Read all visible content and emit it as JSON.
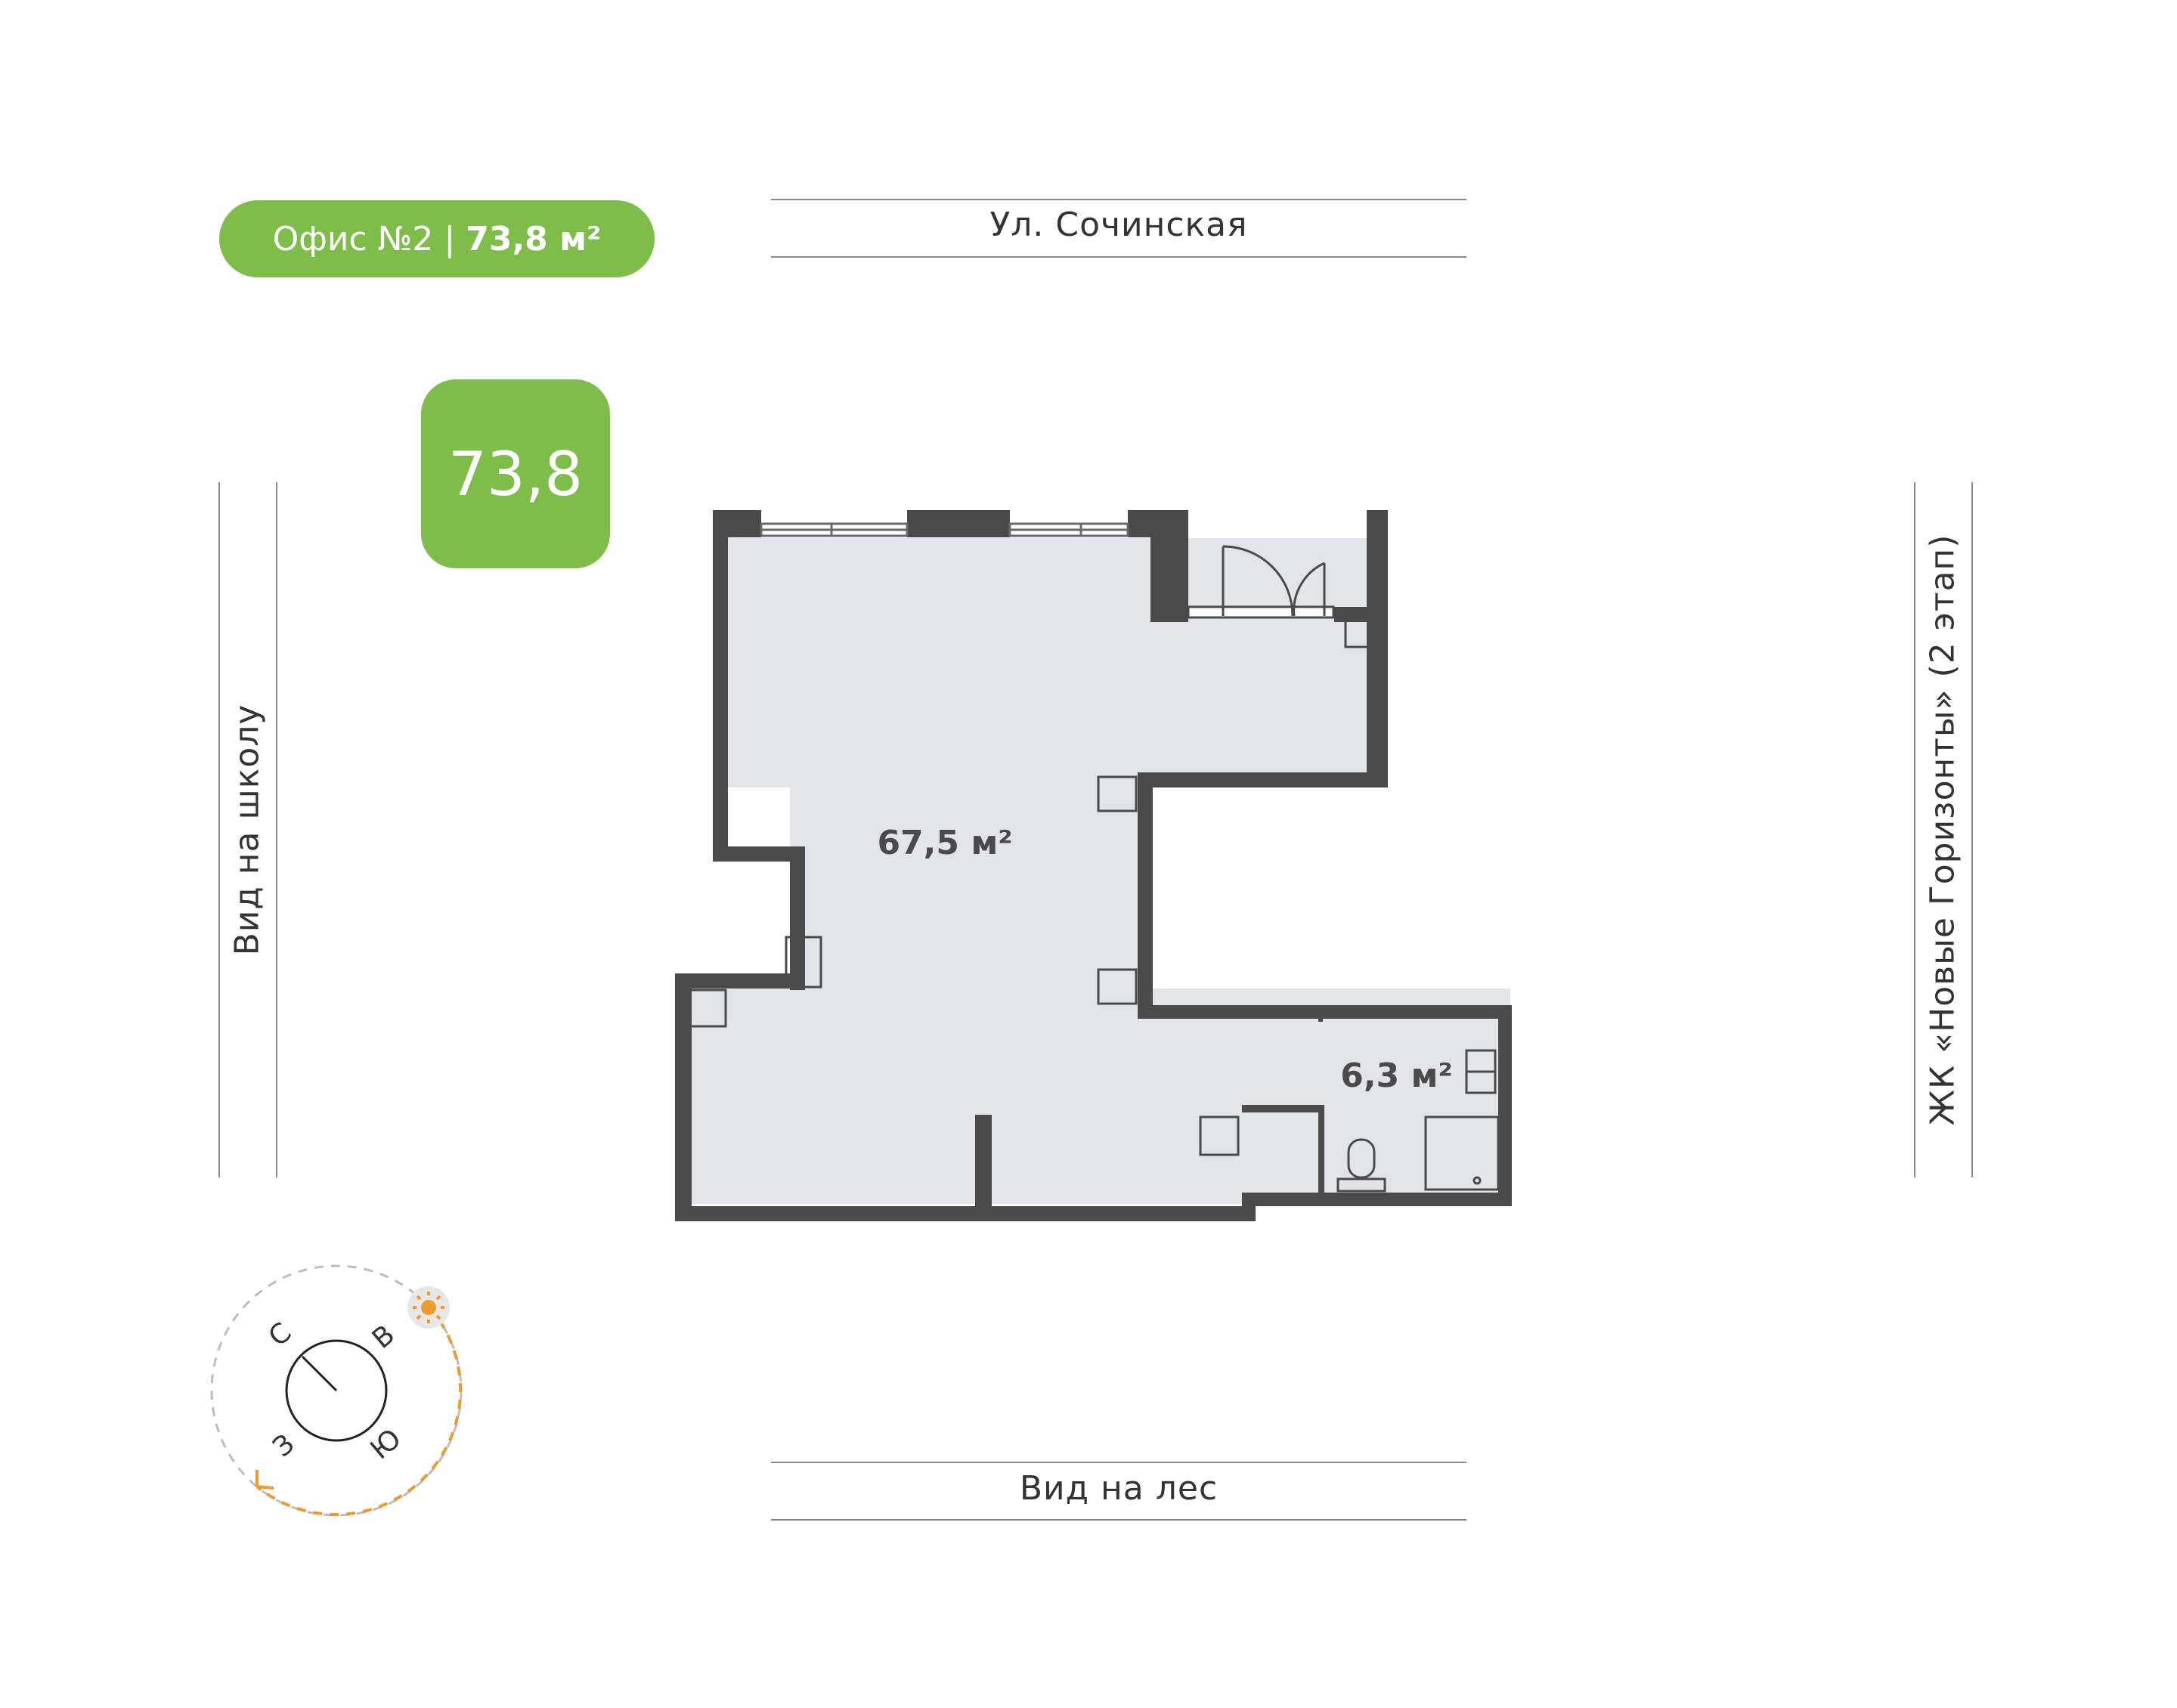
{
  "header": {
    "office_label": "Офис №2",
    "separator": "|",
    "office_area": "73,8 м²"
  },
  "badge": {
    "total_area": "73,8"
  },
  "surroundings": {
    "top": "Ул. Сочинская",
    "bottom": "Вид на лес",
    "left": "Вид на школу",
    "right": "ЖК «Новые Горизонты» (2 этап)"
  },
  "rooms": [
    {
      "name": "main-hall",
      "area_label": "67,5 м²"
    },
    {
      "name": "bathroom",
      "area_label": "6,3 м²"
    }
  ],
  "compass": {
    "north": "С",
    "east": "В",
    "south": "Ю",
    "west": "З"
  },
  "colors": {
    "accent_green": "#7fbd4a",
    "wall": "#4a4a4a",
    "floor": "#e3e4e8",
    "sun_path": "#ef9a2e",
    "guide_lines": "#8a8a8a"
  }
}
